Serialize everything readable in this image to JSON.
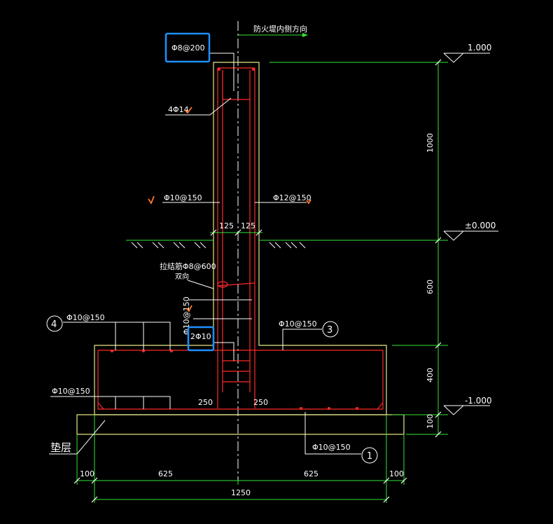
{
  "colors": {
    "background": "#000000",
    "concrete_outline": "#e8e88a",
    "rebar": "#ff2a2a",
    "dimension": "#33e633",
    "annotation": "#ffffff",
    "highlight_box": "#1e90ff",
    "checkmark": "#ff7a2a"
  },
  "direction_note": "防火堤内侧方向",
  "elevations": {
    "top": "1.000",
    "ground": "±0.000",
    "bottom": "-1.000"
  },
  "dims_vertical": {
    "wall_above_ground": "1000",
    "wall_below_ground": "600",
    "footing": "400",
    "cushion": "100"
  },
  "dims_horizontal": {
    "half_wall_left": "125",
    "half_wall_right": "125",
    "left_offset": "100",
    "left_half": "625",
    "right_half": "625",
    "right_offset": "100",
    "total": "1250",
    "inner_left": "250",
    "inner_right": "250"
  },
  "rebar_labels": {
    "top_stirrup": "Φ8@200",
    "top_longitudinal": "4Φ14",
    "wall_left": "Φ10@150",
    "wall_right": "Φ12@150",
    "tie_bar": "拉结筋Φ8@600",
    "tie_bar_note": "双向",
    "wall_vertical": "Φ10@150",
    "footing_top_bars": "2Φ10",
    "footing_left_top": "Φ10@150",
    "footing_left_bottom": "Φ10@150",
    "footing_right_top": "Φ10@150",
    "footing_bottom": "Φ10@150"
  },
  "callouts": {
    "c1": "1",
    "c3": "3",
    "c4": "4"
  },
  "cushion_label": "垫层"
}
